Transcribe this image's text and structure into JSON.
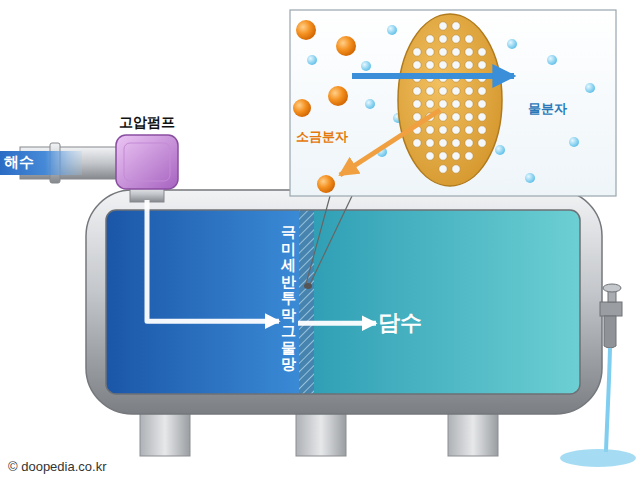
{
  "diagram": {
    "nodes": [
      {
        "text": [
          "고압펌프"
        ]
      },
      {
        "text": [
          "극미세반투막그물망"
        ]
      },
      {
        "text": [
          "담수"
        ]
      }
    ],
    "edges": [
      {
        "from": 0,
        "to": 1,
        "arrow": "to"
      },
      {
        "from": 1,
        "to": 2,
        "arrow": "to"
      }
    ],
    "labels": [
      "해수",
      "소금분자",
      "물분자",
      "© doopedia.co.kr"
    ]
  }
}
